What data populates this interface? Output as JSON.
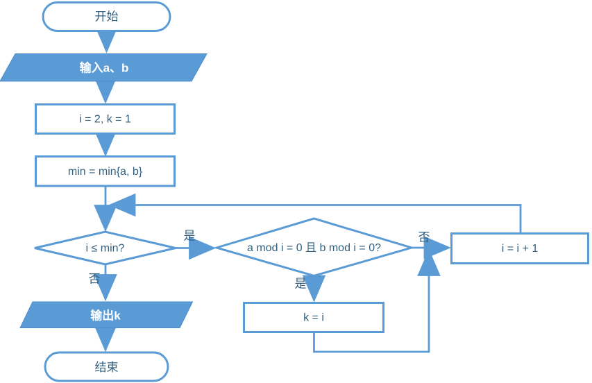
{
  "diagram": {
    "type": "flowchart",
    "colors": {
      "accent": "#5B9BD5",
      "line": "#5B9BD5",
      "text": "#33607F",
      "shape_fill": "#FFFFFF",
      "io_text": "#FFFFFF"
    },
    "nodes": {
      "start": {
        "type": "terminator",
        "label": "开始"
      },
      "input_ab": {
        "type": "input-output",
        "label": "输入a、b"
      },
      "init": {
        "type": "process",
        "label": "i = 2, k = 1"
      },
      "min": {
        "type": "process",
        "label": "min = min{a, b}"
      },
      "cond_loop": {
        "type": "decision",
        "label": "i ≤ min?"
      },
      "cond_mod": {
        "type": "decision",
        "label": "a mod i = 0 且 b mod i = 0?"
      },
      "increment": {
        "type": "process",
        "label": "i = i + 1"
      },
      "assign_k": {
        "type": "process",
        "label": "k = i"
      },
      "output_k": {
        "type": "input-output",
        "label": "输出k"
      },
      "end": {
        "type": "terminator",
        "label": "结束"
      }
    },
    "edge_labels": {
      "cond_loop_yes": "是",
      "cond_loop_no": "否",
      "cond_mod_yes": "是",
      "cond_mod_no": "否"
    }
  }
}
